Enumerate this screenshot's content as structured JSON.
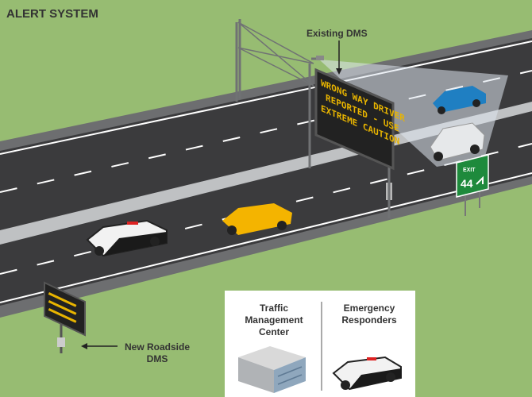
{
  "title": "ALERT SYSTEM",
  "labels": {
    "existing_dms": "Existing DMS",
    "new_roadside_dms_line1": "New Roadside",
    "new_roadside_dms_line2": "DMS"
  },
  "overhead_sign": {
    "lines": [
      "WRONG WAY DRIVER",
      "REPORTED - USE",
      "EXTREME CAUTION"
    ]
  },
  "exit_sign": {
    "word": "EXIT",
    "number": "44"
  },
  "legend": {
    "tmc_line1": "Traffic",
    "tmc_line2": "Management",
    "tmc_line3": "Center",
    "er_line1": "Emergency",
    "er_line2": "Responders"
  },
  "colors": {
    "grass": "#97bc72",
    "road": "#3a3a3c",
    "dms_text": "#e8b400",
    "exit_sign": "#1e8a3c",
    "taxi": "#f4b400",
    "blue_car": "#1f7fc2"
  }
}
